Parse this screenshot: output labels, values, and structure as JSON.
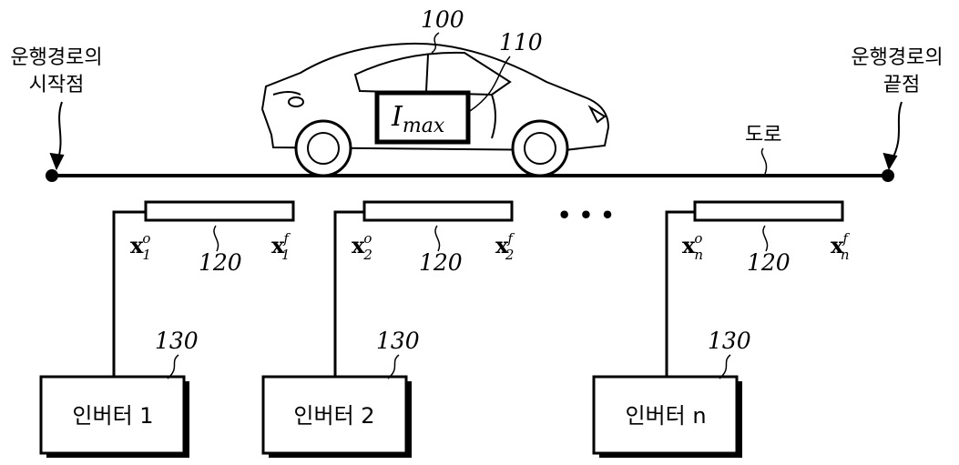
{
  "labels": {
    "route_start": [
      "운행경로의",
      "시작점"
    ],
    "route_end": [
      "운행경로의",
      "끝점"
    ],
    "road": "도로",
    "vehicle_ref": "100",
    "battery_ref": "110",
    "current_main": "I",
    "current_sub": "max",
    "ellipsis": "• • •"
  },
  "segments": [
    {
      "ref": "120",
      "x0_base": "x",
      "x0_sub": "1",
      "x0_sup": "o",
      "xf_base": "x",
      "xf_sub": "1",
      "xf_sup": "f"
    },
    {
      "ref": "120",
      "x0_base": "x",
      "x0_sub": "2",
      "x0_sup": "o",
      "xf_base": "x",
      "xf_sub": "2",
      "xf_sup": "f"
    },
    {
      "ref": "120",
      "x0_base": "x",
      "x0_sub": "n",
      "x0_sup": "o",
      "xf_base": "x",
      "xf_sub": "n",
      "xf_sup": "f"
    }
  ],
  "inverters": [
    {
      "label": "인버터 1",
      "ref": "130"
    },
    {
      "label": "인버터 2",
      "ref": "130"
    },
    {
      "label": "인버터 n",
      "ref": "130"
    }
  ]
}
